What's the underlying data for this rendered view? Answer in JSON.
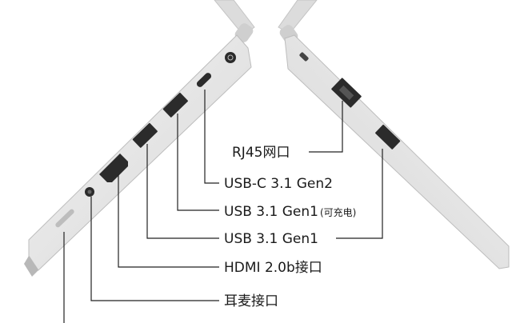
{
  "labels": {
    "rj45": "RJ45网口",
    "usbc": "USB-C 3.1 Gen2",
    "usb_gen1_charge": "USB 3.1 Gen1",
    "usb_gen1_charge_note": "(可充电)",
    "usb_gen1": "USB 3.1 Gen1",
    "hdmi": "HDMI 2.0b接口",
    "audio": "耳麦接口"
  },
  "colors": {
    "text": "#1a1a1a",
    "leader_line": "#222222",
    "chassis": "#e3e3e3",
    "port": "#2b2b2b"
  }
}
